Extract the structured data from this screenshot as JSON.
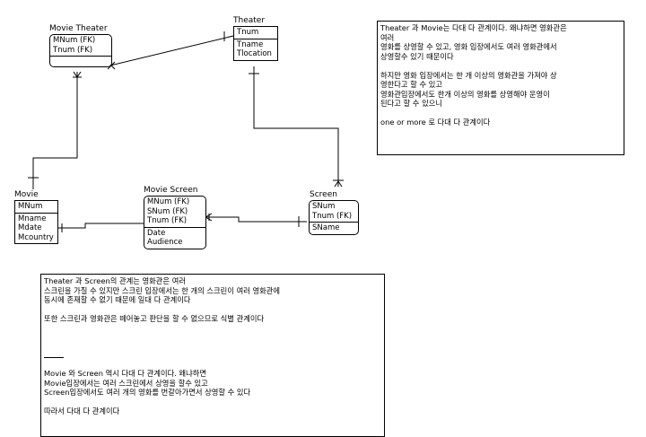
{
  "entities": {
    "movie_theater": {
      "title": "Movie Theater",
      "keys": [
        "MNum (FK)",
        "Tnum (FK)"
      ],
      "attrs": []
    },
    "theater": {
      "title": "Theater",
      "keys": [
        "Tnum"
      ],
      "attrs": [
        "Tname",
        "Tlocation"
      ]
    },
    "movie": {
      "title": "Movie",
      "keys": [
        "MNum"
      ],
      "attrs": [
        "Mname",
        "Mdate",
        "Mcountry"
      ]
    },
    "movie_screen": {
      "title": "Movie Screen",
      "keys": [
        "MNum (FK)",
        "SNum (FK)",
        "Tnum (FK)"
      ],
      "attrs": [
        "Date",
        "Audience"
      ]
    },
    "screen": {
      "title": "Screen",
      "keys": [
        "SNum",
        "Tnum (FK)"
      ],
      "attrs": [
        "SName"
      ]
    }
  },
  "note_theater_movie": {
    "lines": [
      "Theater 과 Movie는 다대 다 관계이다. 왜냐하면 영화관은",
      "여러",
      "영화를 상영할 수 있고, 영화 입장에서도 여러 영화관에서",
      "상영할수 있기 때문이다",
      "",
      "하지만 영화 입장에서는 한 개 이상의 영화관을 가져야 상",
      "영한다고 할 수 있고",
      "영화관입장에서도 한개 이상의 영화를 상영해야 운영이",
      "된다고 할 수 있으니",
      "",
      "one or more 로 다대 다 관계이다"
    ]
  },
  "note_theater_screen": {
    "lines_top": [
      "Theater 과 Screen의 관계는 영화관은 여러",
      "스크린을 가질 수 있지만 스크린 입장에서는 한 개의 스크린이 여러 영화관에",
      "동시에 존재할 수 없기 때문에 일대 다 관계이다",
      "",
      "또한 스크린과 영화관은 떼어놓고 판단을 할 수 없으므로 식별 관계이다"
    ],
    "lines_bottom": [
      "Movie 와 Screen 역시 다대 다 관계이다. 왜냐하면",
      "Movie입장에서는 여러 스크린에서 상영을 할수 있고",
      "Screen입장에서도 여러 개의 영화를 번갈아가면서 상영할 수 있다",
      "",
      "따라서 다대 다 관계이다"
    ]
  }
}
